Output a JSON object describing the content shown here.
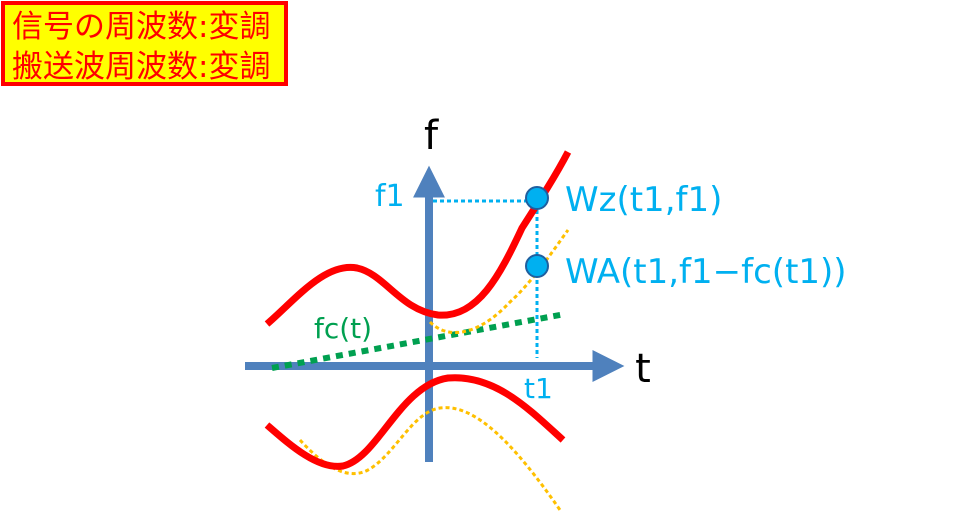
{
  "heading": {
    "line1": "信号の周波数:変調",
    "line2": "搬送波周波数:変調"
  },
  "axes": {
    "x_label": "t",
    "y_label": "f",
    "t1_label": "t1",
    "f1_label": "f1"
  },
  "points": {
    "wz_label": "Wz(t1,f1)",
    "wa_label": "WA(t1,f1−fc(t1))"
  },
  "carrier": {
    "label": "fc(t)"
  },
  "colors": {
    "axis": "#4f81bd",
    "signal": "#ff0000",
    "shifted": "#ffc000",
    "carrier": "#00a050",
    "guide": "#00b0f0",
    "title_bg": "#ffff00",
    "title_border": "#ff0000"
  }
}
